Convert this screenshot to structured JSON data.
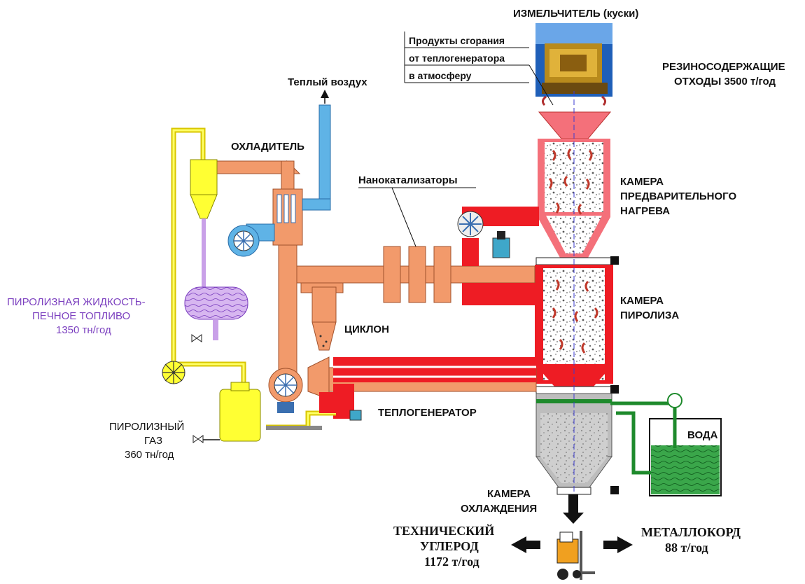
{
  "labels": {
    "shredder": "ИЗМЕЛЬЧИТЕЛЬ (куски)",
    "rubber_waste_line1": "РЕЗИНОСОДЕРЖАЩИЕ",
    "rubber_waste_line2": "ОТХОДЫ 3500 т/год",
    "combustion_line1": "Продукты сгорания",
    "combustion_line2": "от теплогенератора",
    "combustion_line3": "в атмосферу",
    "warm_air": "Теплый воздух",
    "cooler": "ОХЛАДИТЕЛЬ",
    "nanocatalysts": "Нанокатализаторы",
    "preheat_line1": "КАМЕРА",
    "preheat_line2": "ПРЕДВАРИТЕЛЬНОГО",
    "preheat_line3": "НАГРЕВА",
    "pyrolysis_line1": "КАМЕРА",
    "pyrolysis_line2": "ПИРОЛИЗА",
    "pyro_liquid_line1": "ПИРОЛИЗНАЯ ЖИДКОСТЬ-",
    "pyro_liquid_line2": "ПЕЧНОЕ ТОПЛИВО",
    "pyro_liquid_line3": "1350 тн/год",
    "cyclone": "ЦИКЛОН",
    "heat_generator": "ТЕПЛОГЕНЕРАТОР",
    "pyro_gas_line1": "ПИРОЛИЗНЫЙ",
    "pyro_gas_line2": "ГАЗ",
    "pyro_gas_line3": "360 тн/год",
    "water": "ВОДА",
    "cooling_line1": "КАМЕРА",
    "cooling_line2": "ОХЛАЖДЕНИЯ",
    "carbon_line1": "ТЕХНИЧЕСКИЙ",
    "carbon_line2": "УГЛЕРОД",
    "carbon_line3": "1172 т/год",
    "metal_line1": "МЕТАЛЛОКОРД",
    "metal_line2": "88 т/год"
  },
  "colors": {
    "orange_pipe": "#f29a6b",
    "red_pipe": "#ee1c24",
    "yellow": "#ffff33",
    "blue_pipe": "#5fb3e6",
    "purple": "#c9a0e8",
    "green": "#1e8a2c",
    "chamber_pink": "#f4707a",
    "cooling_grey": "#c8c8c8"
  }
}
